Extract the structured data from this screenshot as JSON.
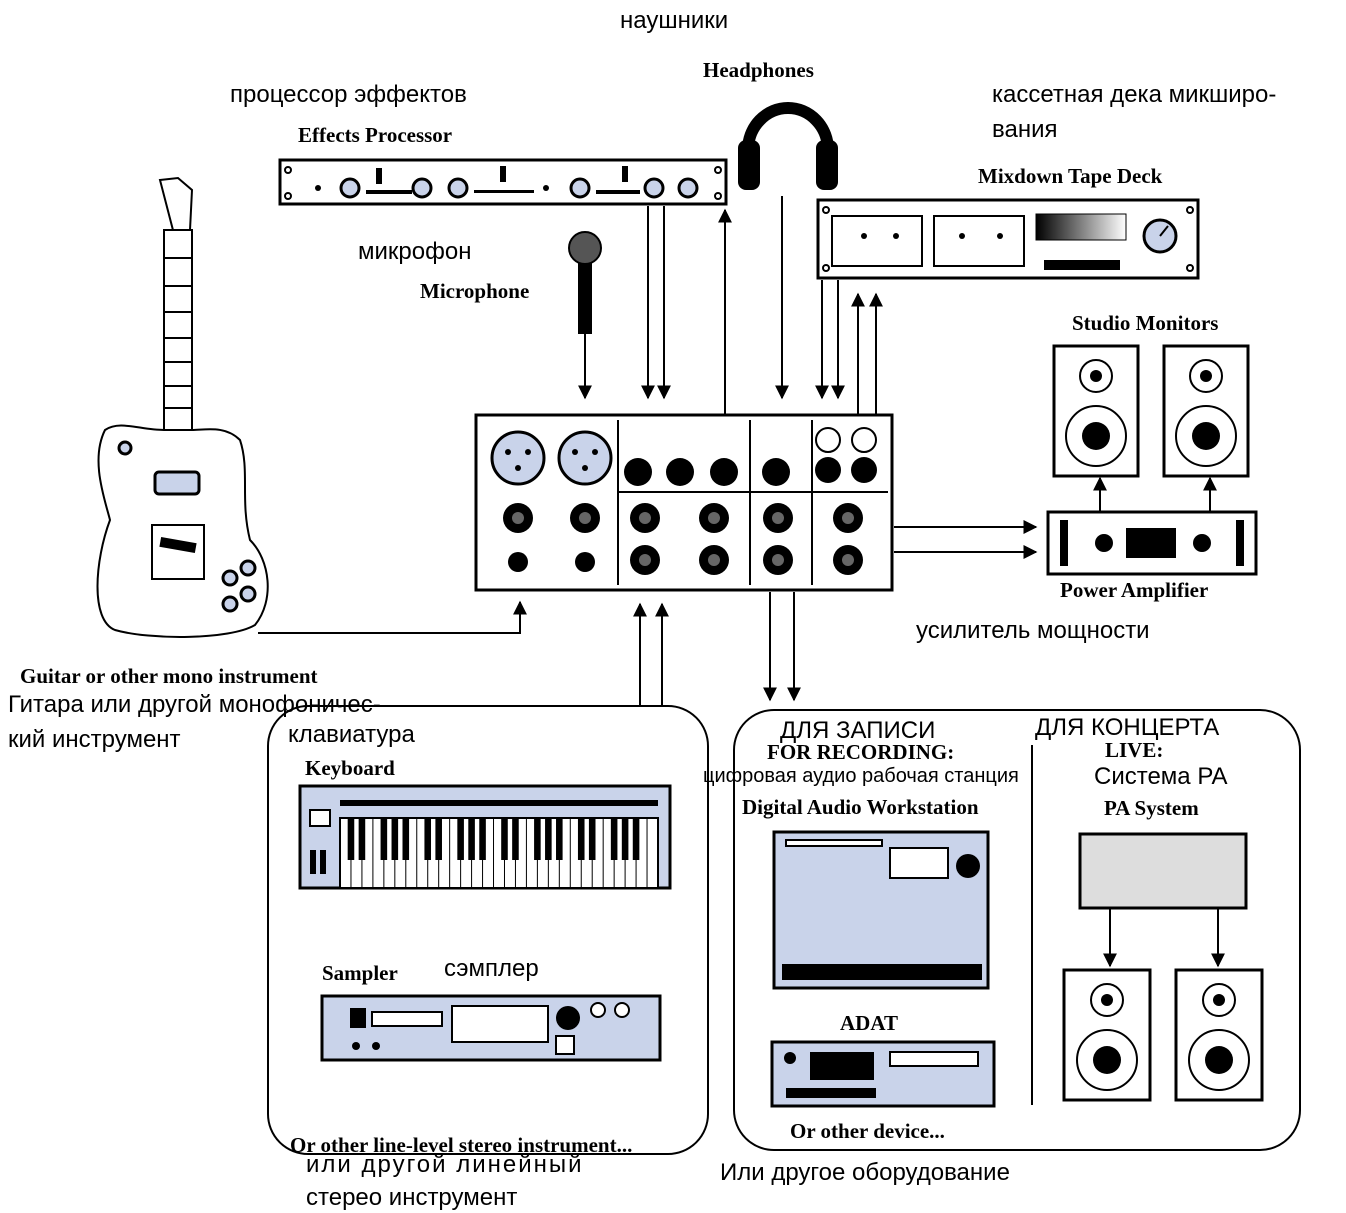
{
  "labels": {
    "headphones_ru": "наушники",
    "headphones_en": "Headphones",
    "effects_ru": "процессор эффектов",
    "effects_en": "Effects Processor",
    "tapedeck_ru_line1": "кассетная дека микширо-",
    "tapedeck_ru_line2": "вания",
    "tapedeck_en": "Mixdown Tape Deck",
    "microphone_ru": "микрофон",
    "microphone_en": "Microphone",
    "monitors_en": "Studio Monitors",
    "amp_en": "Power Amplifier",
    "amp_ru": "усилитель мощности",
    "guitar_en": "Guitar or other mono instrument",
    "guitar_ru_line1": "Гитара или другой монофоничес-",
    "guitar_ru_line2": "кий инструмент",
    "keyboard_ru": "клавиатура",
    "keyboard_en": "Keyboard",
    "sampler_en": "Sampler",
    "sampler_ru": "сэмплер",
    "other_line_en": "Or other line-level stereo instrument...",
    "other_line_ru_line1": "или другой линейный",
    "other_line_ru_line2": "стерео инструмент",
    "recording_ru": "ДЛЯ ЗАПИСИ",
    "recording_en": "FOR RECORDING:",
    "daw_ru": "цифровая аудио рабочая станция",
    "daw_en": "Digital Audio Workstation",
    "adat_en": "ADAT",
    "other_device_en": "Or other device...",
    "other_device_ru": "Или другое оборудование",
    "live_ru": "ДЛЯ КОНЦЕРТА",
    "live_en": "LIVE:",
    "pa_ru": "Система PA",
    "pa_en": "PA System"
  },
  "colors": {
    "device_fill": "#c9d3ea",
    "stroke": "#000000",
    "background": "#ffffff"
  },
  "icons": [
    "guitar-icon",
    "microphone-icon",
    "headphones-icon",
    "mixer-icon",
    "speaker-icon",
    "keyboard-icon"
  ]
}
